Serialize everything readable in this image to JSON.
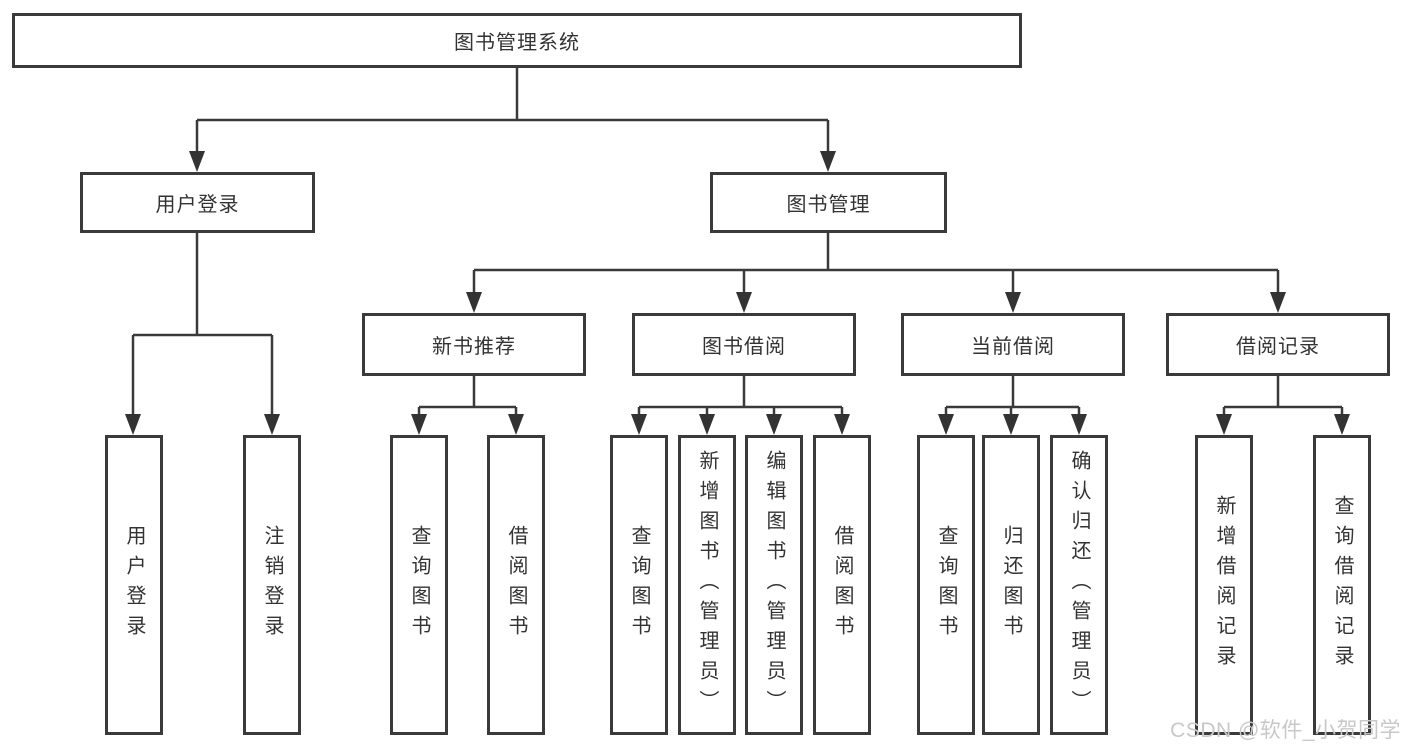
{
  "diagram": {
    "title_node": {
      "label": "图书管理系统"
    },
    "level1": [
      {
        "label": "用户登录"
      },
      {
        "label": "图书管理"
      }
    ],
    "level2": [
      {
        "label": "新书推荐"
      },
      {
        "label": "图书借阅"
      },
      {
        "label": "当前借阅"
      },
      {
        "label": "借阅记录"
      }
    ],
    "leaves": [
      {
        "label": "用户登录"
      },
      {
        "label": "注销登录"
      },
      {
        "label": "查询图书"
      },
      {
        "label": "借阅图书"
      },
      {
        "label": "查询图书"
      },
      {
        "label": "新增图书（管理员）"
      },
      {
        "label": "编辑图书（管理员）"
      },
      {
        "label": "借阅图书"
      },
      {
        "label": "查询图书"
      },
      {
        "label": "归还图书"
      },
      {
        "label": "确认归还（管理员）"
      },
      {
        "label": "新增借阅记录"
      },
      {
        "label": "查询借阅记录"
      }
    ]
  },
  "watermark": {
    "text": "CSDN @软件_小贺同学"
  },
  "colors": {
    "line": "#3a3a3a",
    "border": "#3a3a3a",
    "text": "#333333",
    "watermark": "#c8c8c8",
    "background": "#ffffff"
  }
}
